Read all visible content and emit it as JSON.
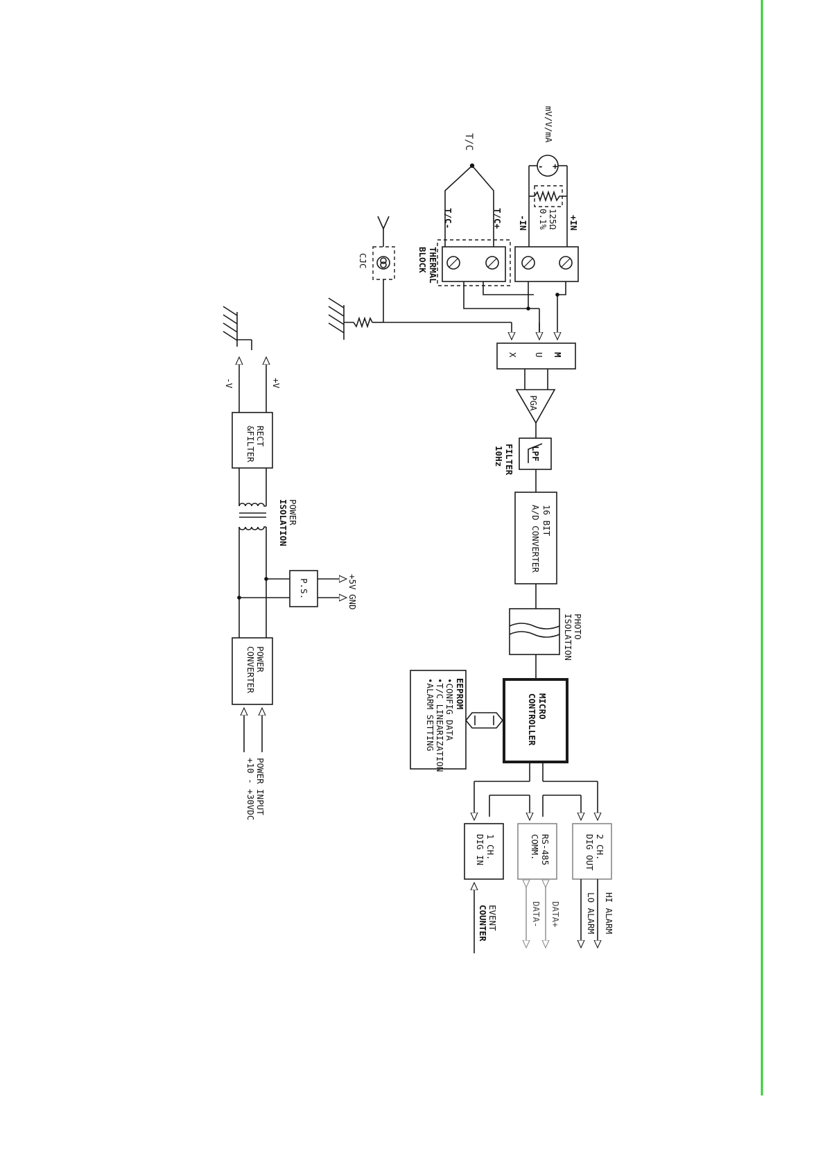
{
  "page": {
    "margin_line_color": "#33cc33"
  },
  "labels": {
    "tc": "T/C",
    "tc_plus": "T/C+",
    "tc_minus": "T/C-",
    "source": "mV/V/mA",
    "resistor_value": "125Ω",
    "resistor_tol": "0.1%",
    "plus_in": "+IN",
    "minus_in": "-IN",
    "thermal_block_1": "THERMAL",
    "thermal_block_2": "BLOCK",
    "cjc": "CJC",
    "mux_x": "X",
    "mux_u": "U",
    "mux_m": "M",
    "pga": "PGA",
    "lpf": "LPF",
    "filter_1": "FILTER",
    "filter_2": "10Hz",
    "adc_1": "16 BIT",
    "adc_2": "A/D CONVERTER",
    "photo_1": "PHOTO",
    "photo_2": "ISOLATION",
    "micro_1": "MICRO",
    "micro_2": "CONTROLLER",
    "eeprom_title": "EEPROM",
    "eeprom_items": [
      "•CONFIG DATA",
      "•T/C LINEARIZATION",
      "•ALARM SETTING"
    ],
    "digin_1": "1 CH.",
    "digin_2": "DIG IN",
    "rs485_1": "RS-485",
    "rs485_2": "COMM.",
    "digout_1": "2 CH.",
    "digout_2": "DIG OUT",
    "event_1": "EVENT",
    "event_2": "COUNTER",
    "data_minus": "DATA-",
    "data_plus": "DATA+",
    "lo_alarm": "LO ALARM",
    "hi_alarm": "HI ALARM",
    "rect_1": "RECT",
    "rect_2": "&FILTER",
    "minus_v": "-V",
    "plus_v": "+V",
    "power_iso_1": "POWER",
    "power_iso_2": "ISOLATION",
    "ps": "P.S.",
    "plus5v": "+5V",
    "gnd": "GND",
    "pconv_1": "POWER",
    "pconv_2": "CONVERTER",
    "pinput_1": "POWER INPUT",
    "pinput_2": "+10 - +30VDC"
  }
}
